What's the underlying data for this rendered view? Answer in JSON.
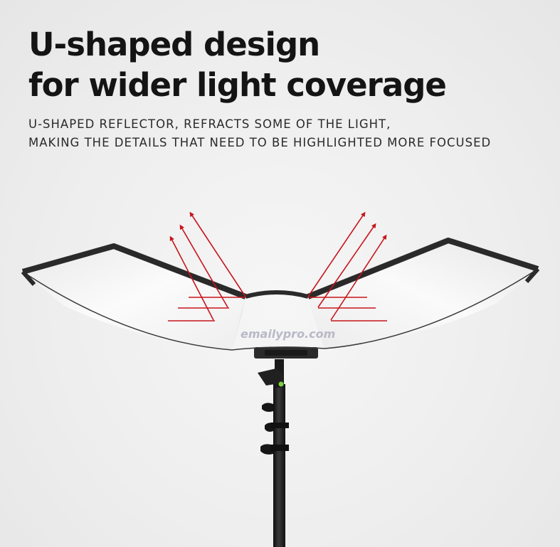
{
  "headline": {
    "line1": "U-shaped design",
    "line2": "for wider light coverage"
  },
  "subheadline": {
    "line1": "U-SHAPED REFLECTOR, REFRACTS SOME OF THE LIGHT,",
    "line2": "MAKING THE DETAILS THAT NEED TO BE HIGHLIGHTED MORE FOCUSED"
  },
  "watermark": "emailypro.com",
  "colors": {
    "arrow": "#c8141b",
    "reflector_edge": "#2a2a2a",
    "reflector_surface": "#f4f4f4",
    "stand": "#1c1c1c",
    "accent_dot": "#7fd13b"
  },
  "image": {
    "subject": "U-shaped silver reflector panel mounted on a light stand",
    "arrow_icons": [
      "arrow-up-left-icon",
      "arrow-up-right-icon"
    ]
  }
}
